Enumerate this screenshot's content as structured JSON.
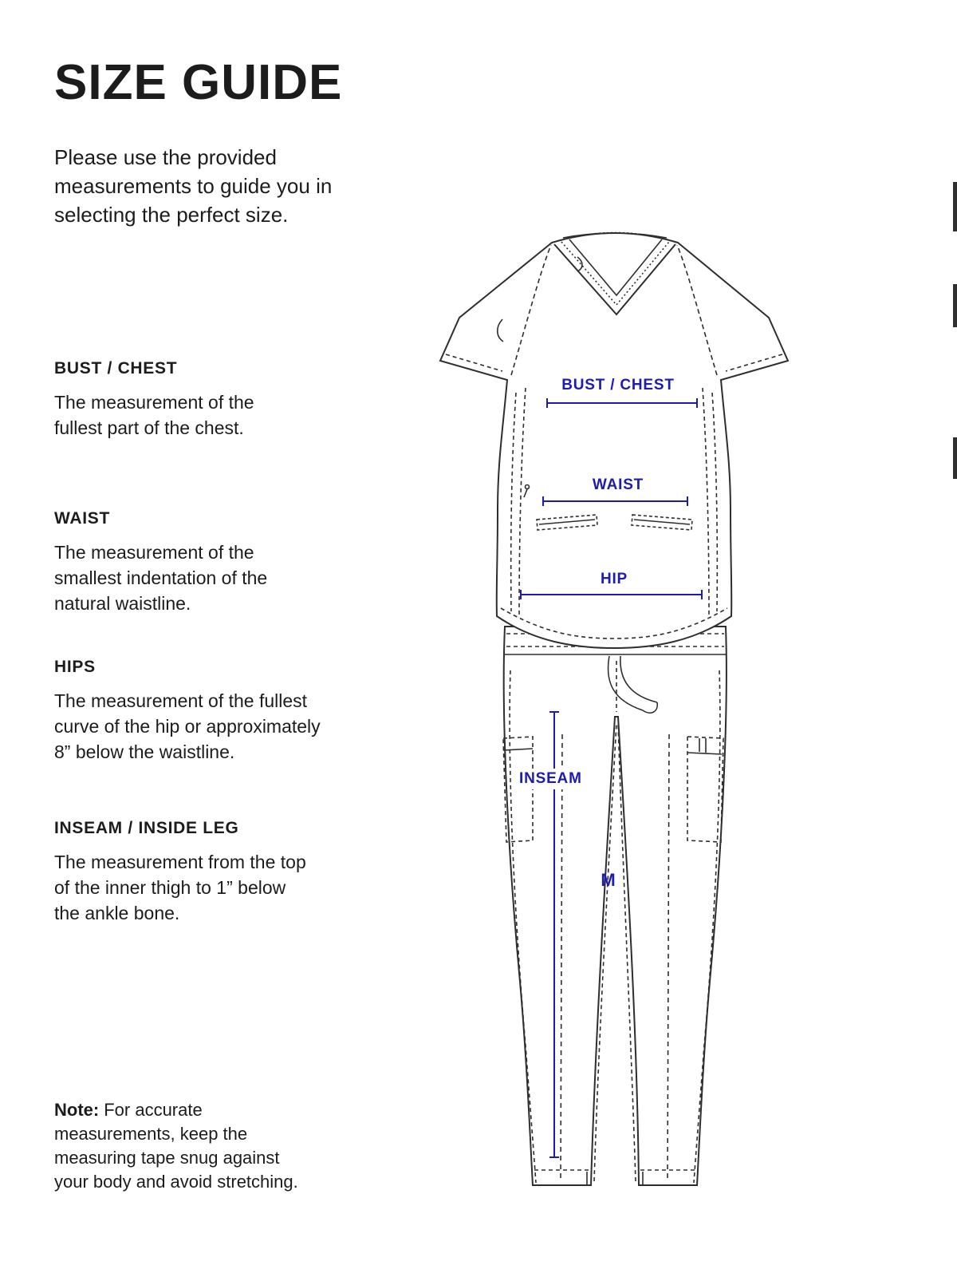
{
  "page": {
    "title": "SIZE GUIDE",
    "intro": "Please use the provided\nmeasurements to guide you in\nselecting the perfect size."
  },
  "sections": [
    {
      "heading": "BUST / CHEST",
      "body": "The measurement of the\nfullest part of the chest."
    },
    {
      "heading": "WAIST",
      "body": "The measurement of the\nsmallest indentation of the\nnatural waistline."
    },
    {
      "heading": "HIPS",
      "body": "The measurement of the fullest\ncurve of the hip or approximately\n8” below the waistline."
    },
    {
      "heading": "INSEAM / INSIDE LEG",
      "body": "The measurement from the top\nof the inner thigh to 1” below\nthe ankle bone."
    }
  ],
  "note": {
    "label": "Note:",
    "body": "For accurate\nmeasurements, keep the\nmeasuring tape snug against\nyour body and avoid stretching."
  },
  "diagram": {
    "accent_color": "#1d1caf",
    "line_color": "#2e2e2e",
    "labels": {
      "bust": "BUST / CHEST",
      "waist": "WAIST",
      "hip": "HIP",
      "inseam": "INSEAM",
      "size": "M"
    }
  }
}
